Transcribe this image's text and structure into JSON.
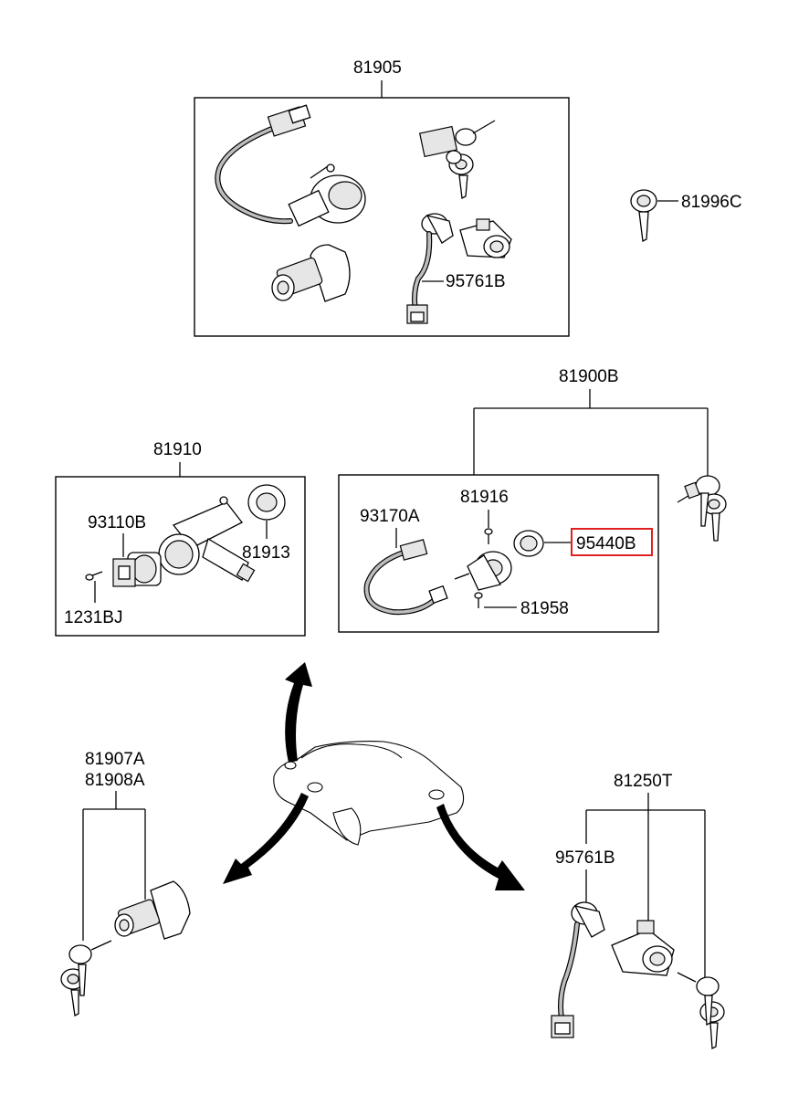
{
  "labels": {
    "p81905": "81905",
    "p81996C": "81996C",
    "p95761B_top": "95761B",
    "p81900B": "81900B",
    "p81910": "81910",
    "p93110B": "93110B",
    "p81913": "81913",
    "p1231BJ": "1231BJ",
    "p93170A": "93170A",
    "p81916": "81916",
    "p95440B": "95440B",
    "p81958": "81958",
    "p81907A": "81907A",
    "p81908A": "81908A",
    "p81250T": "81250T",
    "p95761B_bottom": "95761B"
  },
  "colors": {
    "highlight": "#e02020",
    "line": "#000000",
    "part_fill": "#e6e6e6"
  }
}
